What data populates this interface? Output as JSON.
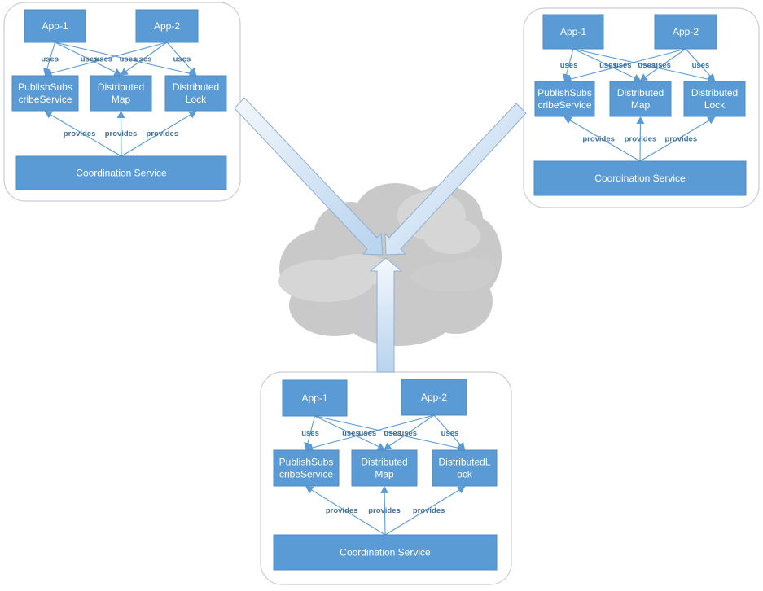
{
  "diagram": {
    "title": "Distributed coordination service topology",
    "colors": {
      "node_fill": "#5b9bd5",
      "node_text": "#ffffff",
      "edge": "#5b9bd5",
      "edge_label": "#41719c",
      "panel_border": "#c9ccd4",
      "cloud": "#c8c8c8",
      "block_arrow": "#bdd7ee"
    },
    "panels": [
      {
        "id": "top-left",
        "apps": [
          {
            "label": "App-1"
          },
          {
            "label": "App-2"
          }
        ],
        "services": [
          {
            "lines": [
              "PublishSubs",
              "cribeService"
            ]
          },
          {
            "lines": [
              "Distributed",
              "Map"
            ]
          },
          {
            "lines": [
              "Distributed",
              "Lock"
            ]
          }
        ],
        "coordination": {
          "label": "Coordination Service"
        },
        "uses_label": "uses",
        "provides_label": "provides"
      },
      {
        "id": "top-right",
        "apps": [
          {
            "label": "App-1"
          },
          {
            "label": "App-2"
          }
        ],
        "services": [
          {
            "lines": [
              "PublishSubs",
              "cribeService"
            ]
          },
          {
            "lines": [
              "Distributed",
              "Map"
            ]
          },
          {
            "lines": [
              "Distributed",
              "Lock"
            ]
          }
        ],
        "coordination": {
          "label": "Coordination Service"
        },
        "uses_label": "uses",
        "provides_label": "provides"
      },
      {
        "id": "bottom",
        "apps": [
          {
            "label": "App-1"
          },
          {
            "label": "App-2"
          }
        ],
        "services": [
          {
            "lines": [
              "PublishSubs",
              "cribeService"
            ]
          },
          {
            "lines": [
              "Distributed",
              "Map"
            ]
          },
          {
            "lines": [
              "DistributedL",
              "ock"
            ]
          }
        ],
        "coordination": {
          "label": "Coordination Service"
        },
        "uses_label": "uses",
        "provides_label": "provides"
      }
    ],
    "cloud": {
      "name": "network-cloud"
    },
    "connections": [
      {
        "from": "top-left",
        "to": "network-cloud"
      },
      {
        "from": "top-right",
        "to": "network-cloud"
      },
      {
        "from": "bottom",
        "to": "network-cloud"
      }
    ]
  }
}
